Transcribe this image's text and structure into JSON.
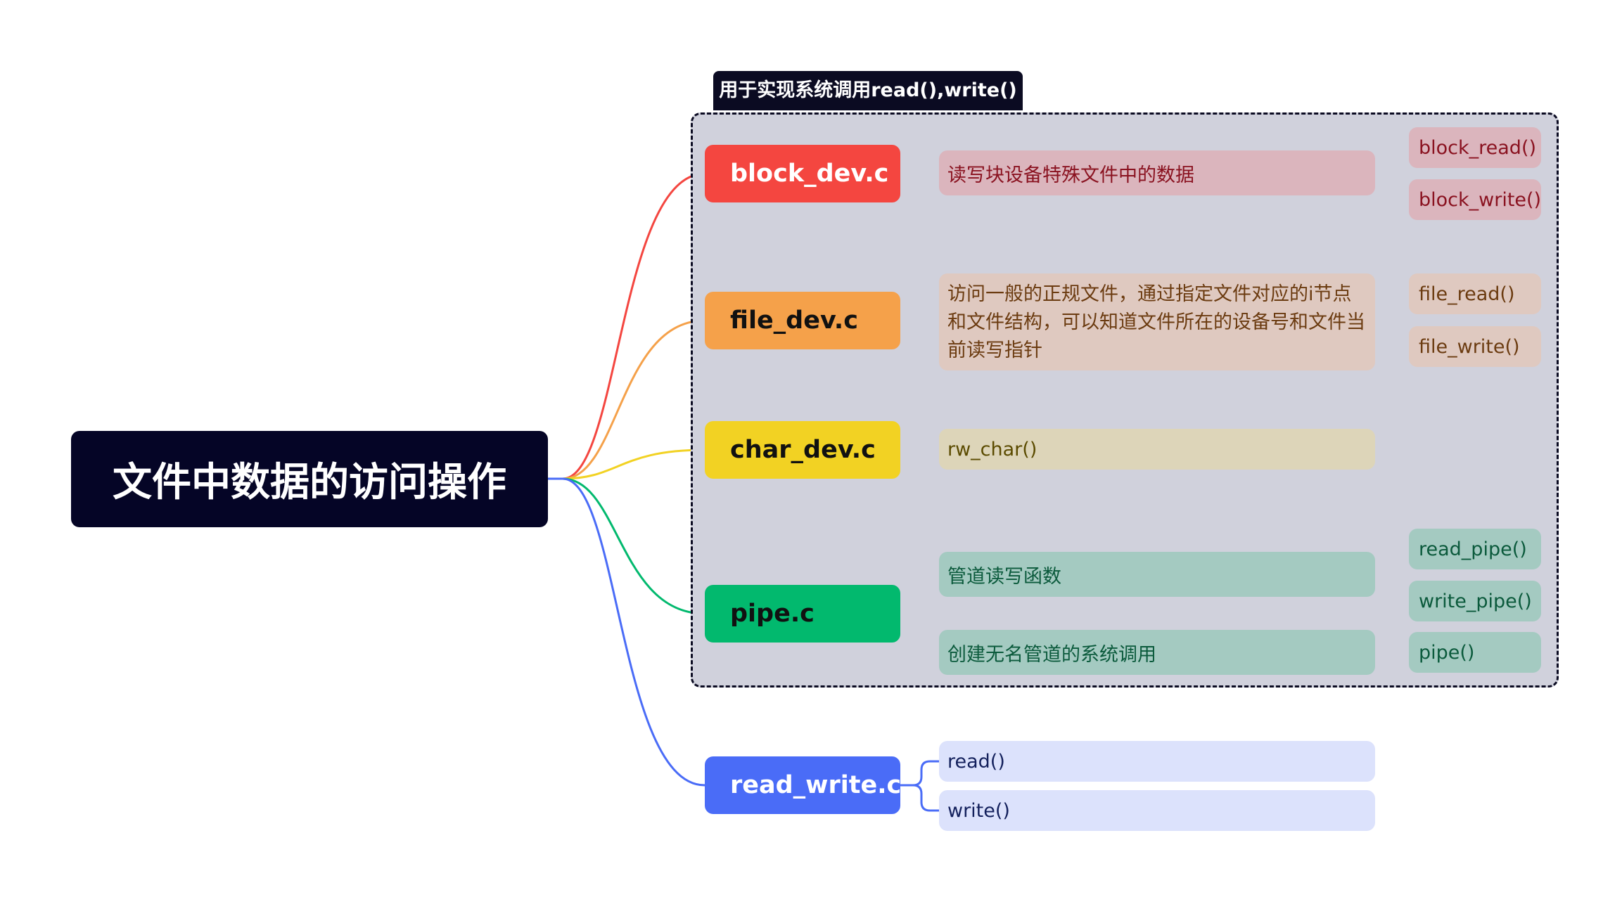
{
  "root": {
    "label": "文件中数据的访问操作",
    "color": "#050526"
  },
  "group_label": "用于实现系统调用read(),write()",
  "branches": [
    {
      "name": "block_dev.c",
      "color": "#f44640",
      "text_color": "#ffffff",
      "children": [
        {
          "label": "读写块设备特殊文件中的数据",
          "bg": "#dbb5bd",
          "fg": "#8a1220",
          "children": [
            "block_read()",
            "block_write()"
          ]
        }
      ]
    },
    {
      "name": "file_dev.c",
      "color": "#f5a14a",
      "text_color": "#111111",
      "children": [
        {
          "label": "访问一般的正规文件，通过指定文件对应的i节点和文件结构，可以知道文件所在的设备号和文件当前读写指针",
          "bg": "#dfc9c0",
          "fg": "#6b3b10",
          "children": [
            "file_read()",
            "file_write()"
          ]
        }
      ]
    },
    {
      "name": "char_dev.c",
      "color": "#f2d223",
      "text_color": "#111111",
      "children": [
        {
          "label": "rw_char()",
          "bg": "#ddd5b9",
          "fg": "#5b4b00",
          "children": []
        }
      ]
    },
    {
      "name": "pipe.c",
      "color": "#02b96e",
      "text_color": "#111111",
      "children": [
        {
          "label": "管道读写函数",
          "bg": "#a4cac1",
          "fg": "#0b5a3c",
          "children": [
            "read_pipe()",
            "write_pipe()"
          ]
        },
        {
          "label": "创建无名管道的系统调用",
          "bg": "#a4cac1",
          "fg": "#0b5a3c",
          "children": [
            "pipe()"
          ]
        }
      ]
    },
    {
      "name": "read_write.c",
      "color": "#4a6cf7",
      "text_color": "#ffffff",
      "children": [
        {
          "label": "read()",
          "bg": "#dce2fc",
          "fg": "#13205c",
          "children": []
        },
        {
          "label": "write()",
          "bg": "#dce2fc",
          "fg": "#13205c",
          "children": []
        }
      ]
    }
  ]
}
